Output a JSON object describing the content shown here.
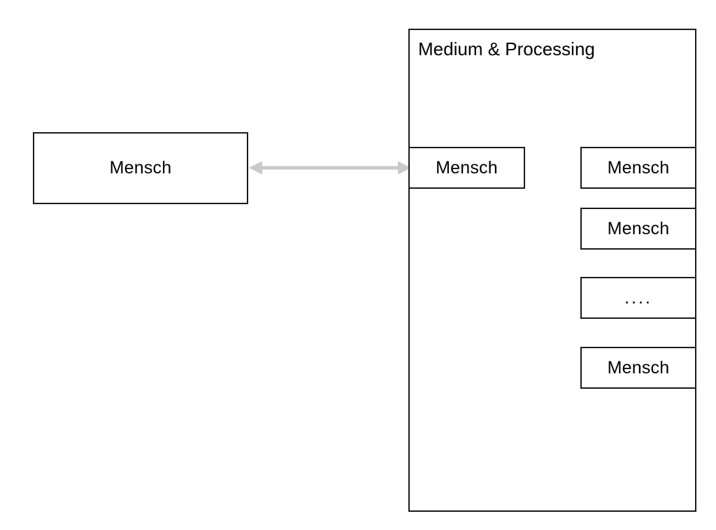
{
  "diagram": {
    "title": "Medium & Processing",
    "left_actor": {
      "label": "Mensch"
    },
    "inner_actor": {
      "label": "Mensch"
    },
    "stack": [
      {
        "label": "Mensch"
      },
      {
        "label": "Mensch"
      },
      {
        "label": "...."
      },
      {
        "label": "Mensch"
      }
    ],
    "connector": {
      "name": "bidirectional-arrow",
      "color": "#c9c9c9",
      "direction": "both"
    },
    "colors": {
      "background": "#ffffff",
      "box_border": "#1a1a1a",
      "text": "#000000",
      "arrow": "#c9c9c9"
    }
  }
}
